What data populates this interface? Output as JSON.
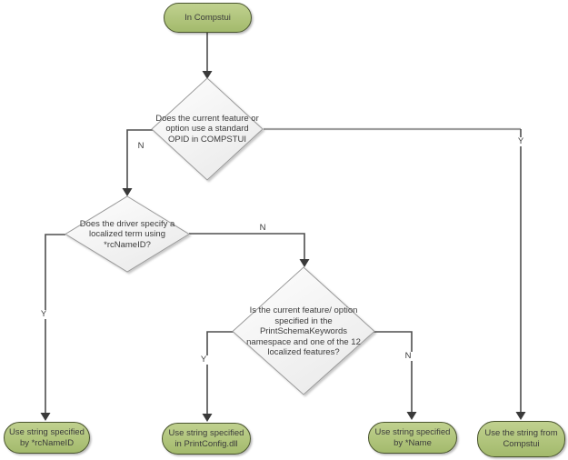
{
  "colors": {
    "canvas_bg": "#ffffff",
    "terminal_fill_top": "#c0d18f",
    "terminal_fill_bottom": "#a3ba6c",
    "terminal_border": "#49542e",
    "decision_fill_top": "#fdfdfd",
    "decision_fill_bottom": "#ececec",
    "decision_border": "#9a9a9a",
    "connector": "#4e4e4e",
    "connector_light": "#9e9e9e",
    "arrowhead": "#3a3a3a",
    "text": "#3b3b3b"
  },
  "nodes": {
    "start": "In Compstui",
    "decision_opid": "Does the current feature or option use a standard OPID in COMPSTUI",
    "decision_rcnameid": "Does the driver specify a localized term using *rcNameID?",
    "decision_schema": "Is the current feature/ option specified in the PrintSchemaKeywords namespace and one of the 12 localized features?",
    "result_rcnameid": "Use string specified by *rcNameID",
    "result_printconfig": "Use string specified in PrintConfig.dll",
    "result_name": "Use string specified by *Name",
    "result_compstui": "Use the string from Compstui"
  },
  "edge_labels": {
    "opid_no": "N",
    "opid_yes": "Y",
    "rcnameid_yes": "Y",
    "rcnameid_no": "N",
    "schema_yes": "Y",
    "schema_no": "N"
  }
}
